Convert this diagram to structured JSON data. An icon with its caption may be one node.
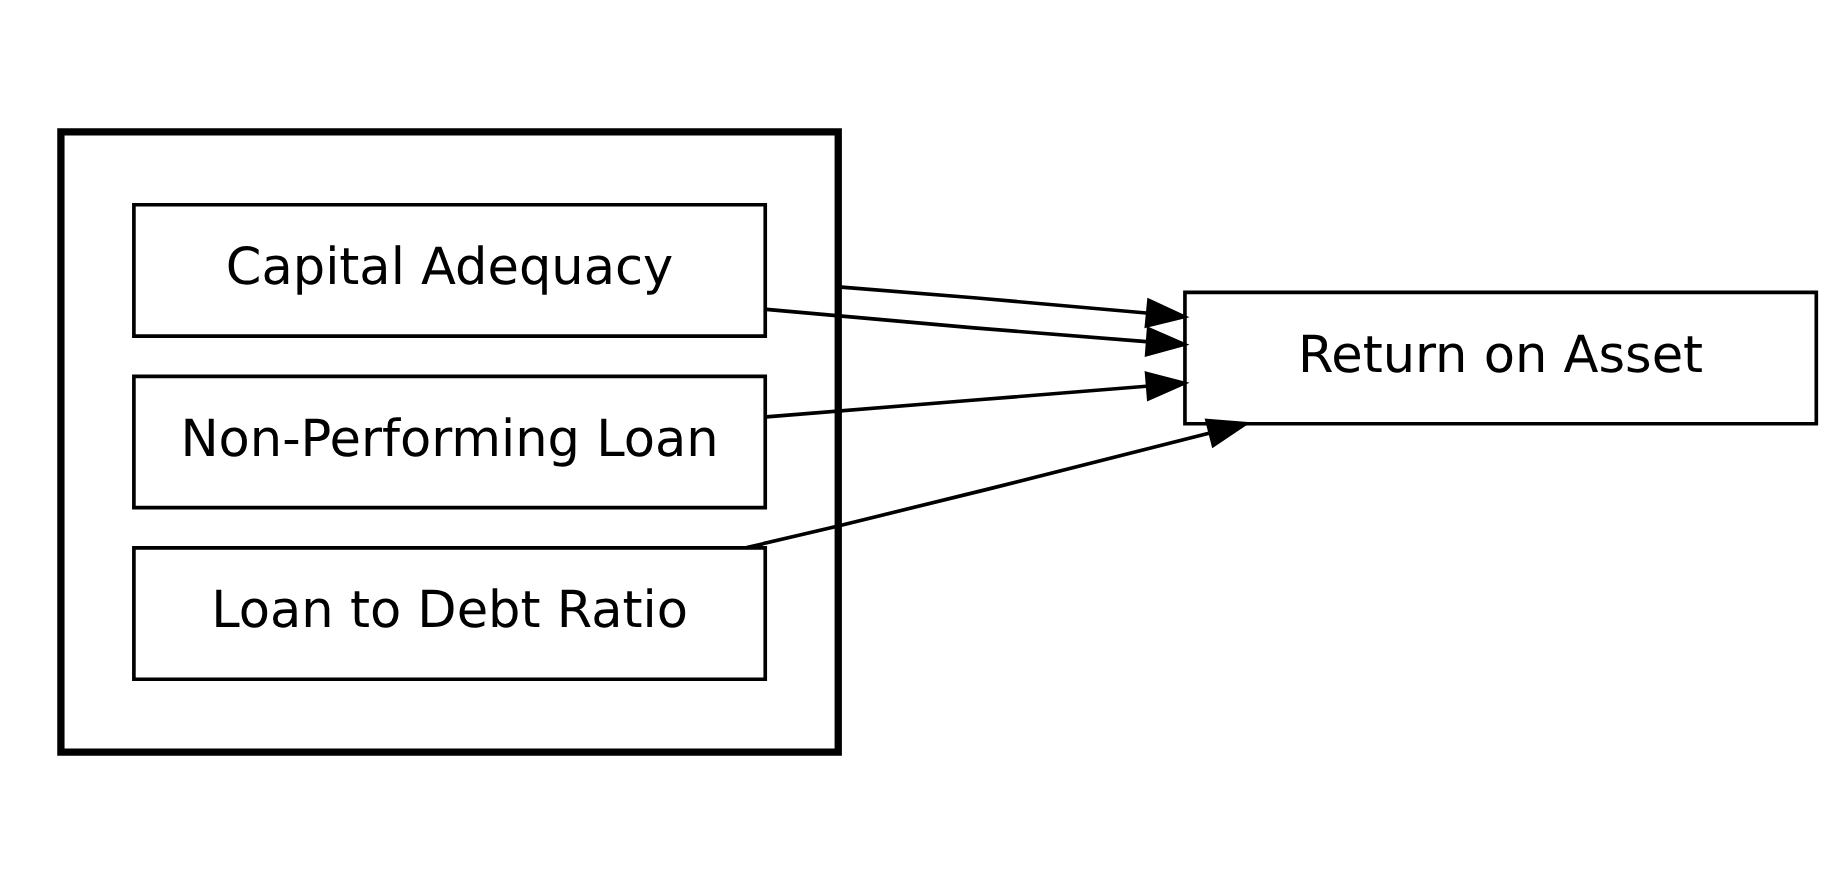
{
  "diagram": {
    "nodes": [
      {
        "text": [],
        "shape": "box"
      },
      {
        "text": [
          "Capital Adequacy"
        ],
        "in": 0
      },
      {
        "text": [
          "Non-Performing Loan"
        ],
        "in": 0
      },
      {
        "text": [
          "Loan to Debt Ratio"
        ],
        "in": 0
      },
      {
        "text": [
          "Return on Asset"
        ]
      }
    ],
    "edges": [
      {
        "from": 1,
        "to": 4,
        "arrow": "to"
      },
      {
        "from": 2,
        "to": 4,
        "arrow": "to"
      },
      {
        "from": 3,
        "to": 4,
        "arrow": "to"
      },
      {
        "from": 0,
        "to": 4,
        "arrow": "to"
      }
    ]
  }
}
